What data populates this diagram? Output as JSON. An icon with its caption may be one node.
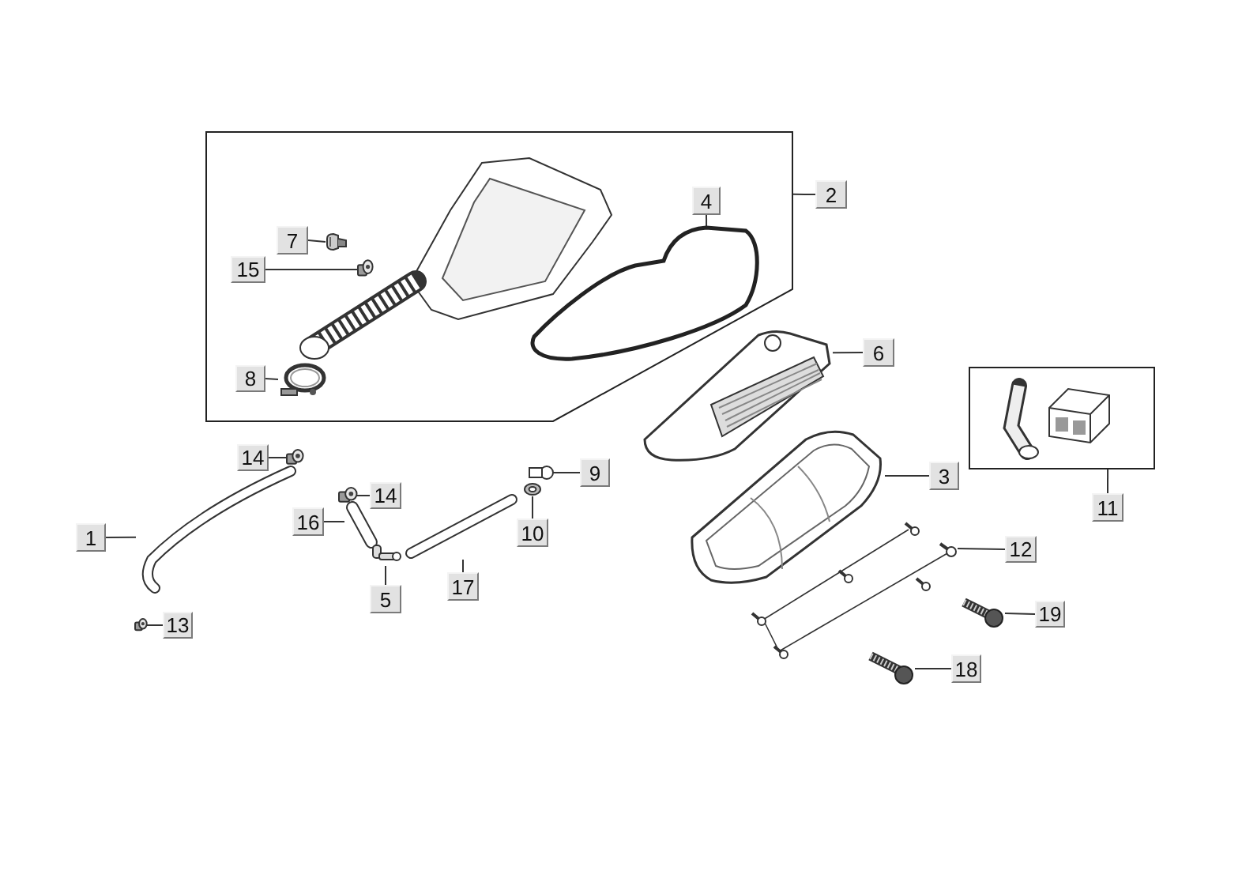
{
  "diagram": {
    "nodes": [
      {
        "text": [],
        "shape": "box"
      },
      {
        "text": [
          "2"
        ]
      },
      {
        "text": [],
        "shape": "picture",
        "in": 0
      },
      {
        "text": [
          "4"
        ],
        "in": 0
      },
      {
        "text": [],
        "shape": "picture",
        "in": 0
      },
      {
        "text": [
          "7"
        ],
        "in": 0
      },
      {
        "text": [],
        "shape": "picture",
        "in": 0
      },
      {
        "text": [
          "15"
        ],
        "in": 0
      },
      {
        "text": [],
        "shape": "picture",
        "in": 0
      },
      {
        "text": [
          "8"
        ],
        "in": 0
      },
      {
        "text": [],
        "shape": "picture",
        "in": 0
      },
      {
        "text": [
          "6"
        ]
      },
      {
        "text": [],
        "shape": "picture"
      },
      {
        "text": [],
        "shape": "box"
      },
      {
        "text": [],
        "shape": "picture",
        "in": 13
      },
      {
        "text": [],
        "shape": "picture",
        "in": 13
      },
      {
        "text": [
          "14"
        ]
      },
      {
        "text": [],
        "shape": "picture"
      },
      {
        "text": [
          "9"
        ]
      },
      {
        "text": [],
        "shape": "picture"
      },
      {
        "text": [
          "11"
        ]
      },
      {
        "text": [
          "3"
        ]
      },
      {
        "text": [],
        "shape": "picture"
      },
      {
        "text": [
          "14"
        ]
      },
      {
        "text": [],
        "shape": "picture"
      },
      {
        "text": [
          "16"
        ]
      },
      {
        "text": [],
        "shape": "picture"
      },
      {
        "text": [
          "1"
        ]
      },
      {
        "text": [],
        "shape": "picture"
      },
      {
        "text": [
          "10"
        ]
      },
      {
        "text": [],
        "shape": "picture"
      },
      {
        "text": [
          "12"
        ]
      },
      {
        "text": [],
        "shape": "picture"
      },
      {
        "text": [
          "17"
        ]
      },
      {
        "text": [],
        "shape": "picture"
      },
      {
        "text": [
          "5"
        ]
      },
      {
        "text": [],
        "shape": "picture"
      },
      {
        "text": [
          "19"
        ]
      },
      {
        "text": [],
        "shape": "picture"
      },
      {
        "text": [
          "13"
        ]
      },
      {
        "text": [],
        "shape": "picture"
      },
      {
        "text": [
          "18"
        ]
      },
      {
        "text": [],
        "shape": "picture"
      }
    ],
    "edges": [
      {
        "from": 1,
        "to": 0,
        "arrow": "none"
      },
      {
        "from": 3,
        "to": 4,
        "arrow": "none"
      },
      {
        "from": 5,
        "to": 6,
        "arrow": "none"
      },
      {
        "from": 7,
        "to": 8,
        "arrow": "none"
      },
      {
        "from": 9,
        "to": 10,
        "arrow": "none"
      },
      {
        "from": 11,
        "to": 12,
        "arrow": "none"
      },
      {
        "from": 20,
        "to": 13,
        "arrow": "none"
      },
      {
        "from": 16,
        "to": 17,
        "arrow": "none"
      },
      {
        "from": 18,
        "to": 19,
        "arrow": "none"
      },
      {
        "from": 21,
        "to": 22,
        "arrow": "none"
      },
      {
        "from": 23,
        "to": 24,
        "arrow": "none"
      },
      {
        "from": 25,
        "to": 26,
        "arrow": "none"
      },
      {
        "from": 27,
        "to": 28,
        "arrow": "none"
      },
      {
        "from": 29,
        "to": 30,
        "arrow": "none"
      },
      {
        "from": 31,
        "to": 32,
        "arrow": "none"
      },
      {
        "from": 33,
        "to": 34,
        "arrow": "none"
      },
      {
        "from": 35,
        "to": 36,
        "arrow": "none"
      },
      {
        "from": 37,
        "to": 38,
        "arrow": "none"
      },
      {
        "from": 39,
        "to": 40,
        "arrow": "none"
      },
      {
        "from": 41,
        "to": 42,
        "arrow": "none"
      }
    ]
  }
}
